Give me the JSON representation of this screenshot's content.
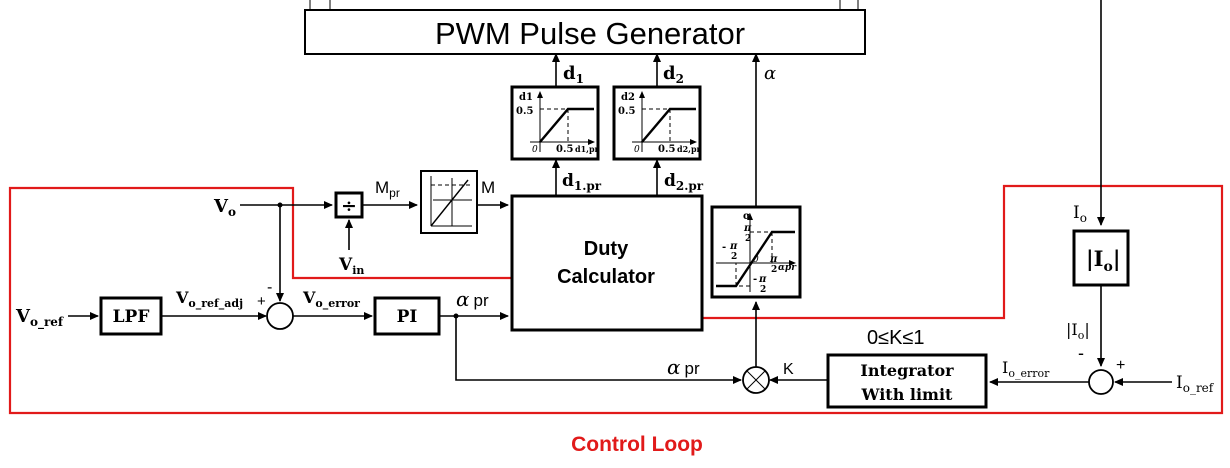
{
  "blocks": {
    "pwm": "PWM Pulse Generator",
    "duty_line1": "Duty",
    "duty_line2": "Calculator",
    "lpf": "LPF",
    "pi": "PI",
    "integ_line1": "Integrator",
    "integ_line2": "With limit",
    "abs_io": "|I",
    "abs_io_sub": "o",
    "abs_io_end": "|",
    "divider": "÷"
  },
  "signals": {
    "vo": "V",
    "vo_sub": "o",
    "vin": "V",
    "vin_sub": "in",
    "mpr": "M",
    "mpr_sub": "pr",
    "m": "M",
    "d1": "d",
    "d1_sub": "1",
    "d2": "d",
    "d2_sub": "2",
    "d1pr": "d",
    "d1pr_sub": "1.pr",
    "d2pr": "d",
    "d2pr_sub": "2.pr",
    "alpha": "α",
    "vo_ref": "V",
    "vo_ref_sub": "o_ref",
    "vo_ref_adj": "V",
    "vo_ref_adj_sub": "o_ref_adj",
    "vo_error": "V",
    "vo_error_sub": "o_error",
    "alpha_pr_top": "α",
    "alpha_pr_top_sub": "pr",
    "alpha_pr_bottom": "α",
    "alpha_pr_bottom_sub": "pr",
    "k": "K",
    "k_range": "0≤K≤1",
    "io": "I",
    "io_sub": "o",
    "io_abs": "|I",
    "io_abs_sub": "o",
    "io_abs_end": "|",
    "io_error": "I",
    "io_error_sub": "o_error",
    "io_ref": "I",
    "io_ref_sub": "o_ref",
    "plus": "+",
    "minus": "-"
  },
  "insets": {
    "d1_plot": {
      "y_label": "d1",
      "y_tick": "0.5",
      "origin": "0",
      "x_tick": "0.5",
      "x_label": "d1,pr"
    },
    "d2_plot": {
      "y_label": "d2",
      "y_tick": "0.5",
      "origin": "0",
      "x_tick": "0.5",
      "x_label": "d2,pr"
    },
    "alpha_plot": {
      "y_label": "α",
      "pi2": "π",
      "two": "2",
      "neg_pi2": "-",
      "origin": "0",
      "x_label": "αpr"
    }
  },
  "caption": "Control Loop",
  "colors": {
    "loop": "#e11a1a",
    "ink": "#000000",
    "background": "#ffffff"
  }
}
